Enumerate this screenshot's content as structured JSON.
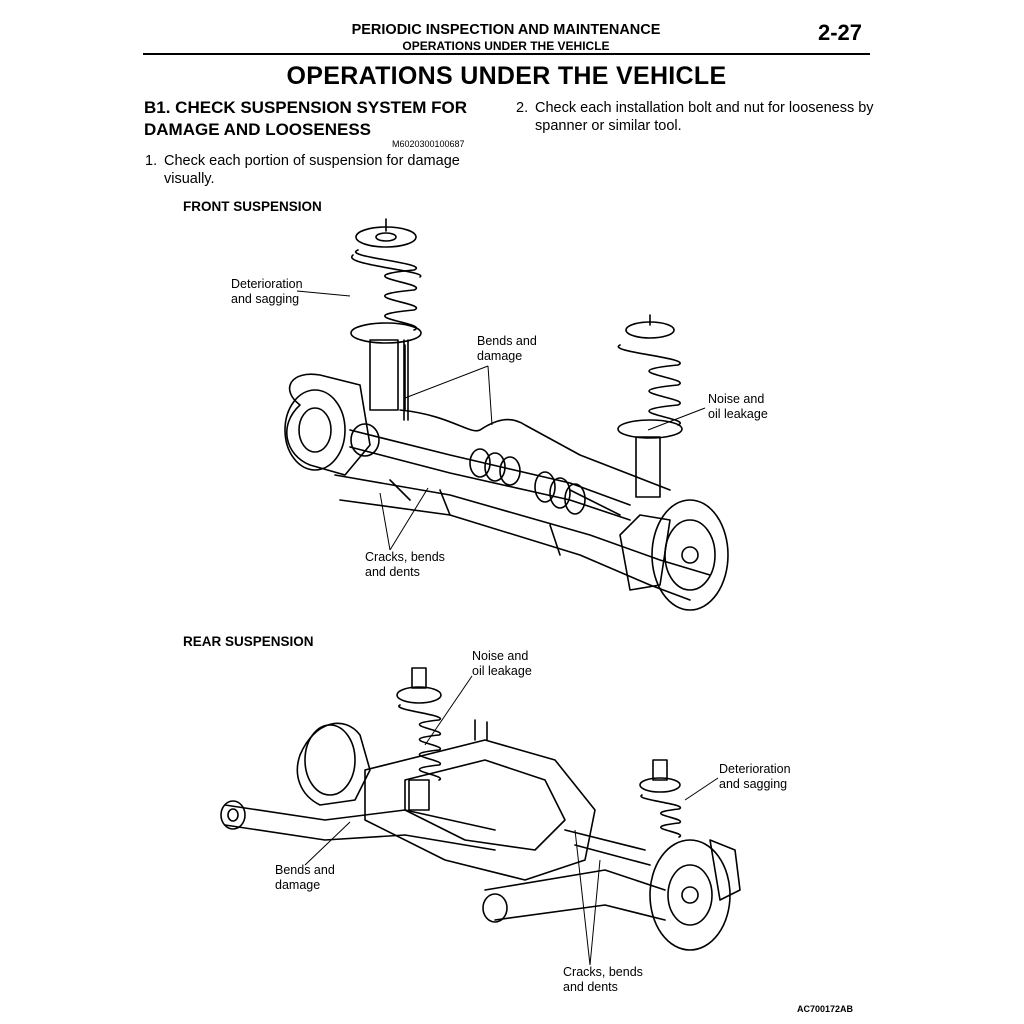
{
  "header": {
    "section": "PERIODIC INSPECTION AND MAINTENANCE",
    "subsection": "OPERATIONS UNDER THE VEHICLE",
    "page_number": "2-27"
  },
  "title": "OPERATIONS UNDER THE VEHICLE",
  "section_heading": "B1. CHECK SUSPENSION SYSTEM FOR DAMAGE AND LOOSENESS",
  "section_code": "M6020300100687",
  "steps": [
    {
      "num": "1.",
      "text": "Check each portion of suspension for damage visually."
    },
    {
      "num": "2.",
      "text": "Check each installation bolt and nut for looseness by spanner or similar tool."
    }
  ],
  "front": {
    "heading": "FRONT SUSPENSION",
    "labels": {
      "deterioration": [
        "Deterioration",
        "and sagging"
      ],
      "bends": [
        "Bends and",
        "damage"
      ],
      "noise": [
        "Noise and",
        "oil leakage"
      ],
      "cracks": [
        "Cracks, bends",
        "and dents"
      ]
    }
  },
  "rear": {
    "heading": "REAR SUSPENSION",
    "labels": {
      "noise": [
        "Noise and",
        "oil leakage"
      ],
      "deterioration": [
        "Deterioration",
        "and sagging"
      ],
      "bends": [
        "Bends and",
        "damage"
      ],
      "cracks": [
        "Cracks, bends",
        "and dents"
      ]
    }
  },
  "figure_ref": "AC700172AB"
}
